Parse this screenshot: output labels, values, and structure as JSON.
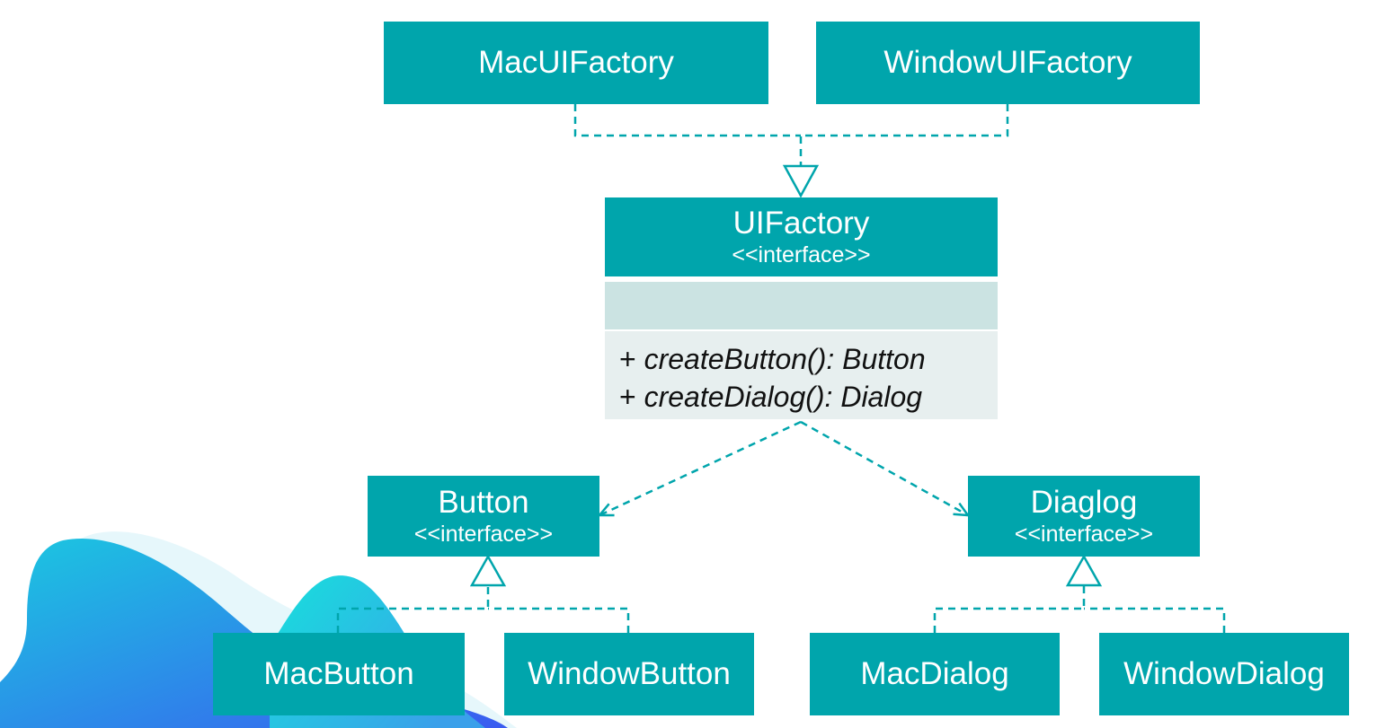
{
  "diagram": {
    "concrete_factories": [
      {
        "id": "mac-ui-factory",
        "label": "MacUIFactory"
      },
      {
        "id": "window-ui-factory",
        "label": "WindowUIFactory"
      }
    ],
    "ui_factory": {
      "name": "UIFactory",
      "stereotype": "<<interface>>",
      "operations": [
        {
          "prefix": "+",
          "signature": "createButton(): Button"
        },
        {
          "prefix": "+",
          "signature": "createDialog(): Dialog"
        }
      ]
    },
    "button_interface": {
      "name": "Button",
      "stereotype": "<<interface>>"
    },
    "dialog_interface": {
      "name": "Diaglog",
      "stereotype": "<<interface>>"
    },
    "buttons": [
      {
        "id": "mac-button",
        "label": "MacButton"
      },
      {
        "id": "window-button",
        "label": "WindowButton"
      }
    ],
    "dialogs": [
      {
        "id": "mac-dialog",
        "label": "MacDialog"
      },
      {
        "id": "window-dialog",
        "label": "WindowDialog"
      }
    ]
  },
  "colors": {
    "box": "#00A5AC",
    "box_text": "#FFFFFF",
    "connector": "#00A5AC",
    "attribute_band": "#CBE3E2",
    "operation_band": "#E7EFEF"
  }
}
